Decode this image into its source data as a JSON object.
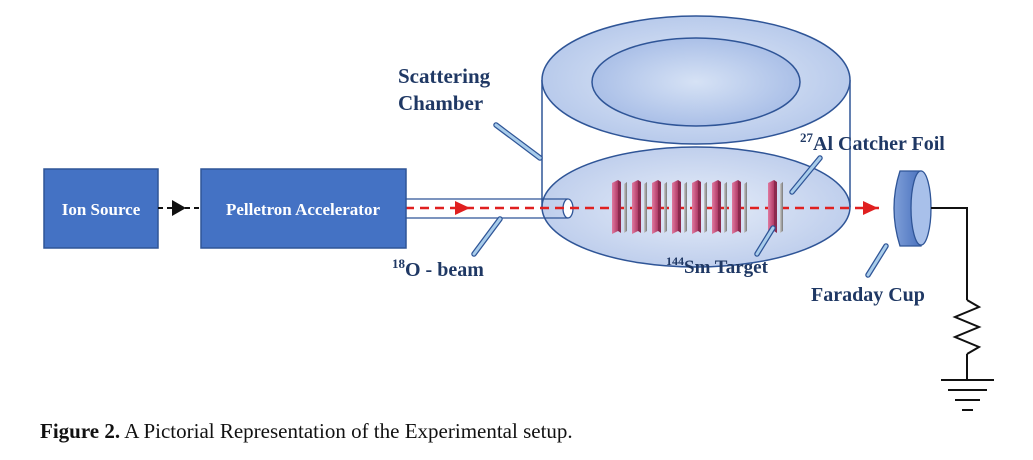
{
  "boxes": {
    "ion_source": "Ion Source",
    "pelletron": "Pelletron Accelerator"
  },
  "labels": {
    "chamber_line1": "Scattering",
    "chamber_line2": "Chamber",
    "beam_sup": "18",
    "beam_text": "O - beam",
    "target_sup": "144",
    "target_text": "Sm Target",
    "foil_sup": "27",
    "foil_text": "Al Catcher Foil",
    "faraday": "Faraday Cup"
  },
  "caption": {
    "prefix": "Figure 2.",
    "text": " A Pictorial Representation of the Experimental setup."
  },
  "colors": {
    "box_fill": "#4472c4",
    "box_border": "#2f5597",
    "beam": "#e02020",
    "chamber_stroke": "#2f5597",
    "chamber_fill": "#c5d3ee",
    "target_fill": "#c8507a",
    "foil_fill": "#9a9a9a",
    "pointer": "#9dc3e6",
    "label_text": "#1f3864"
  }
}
